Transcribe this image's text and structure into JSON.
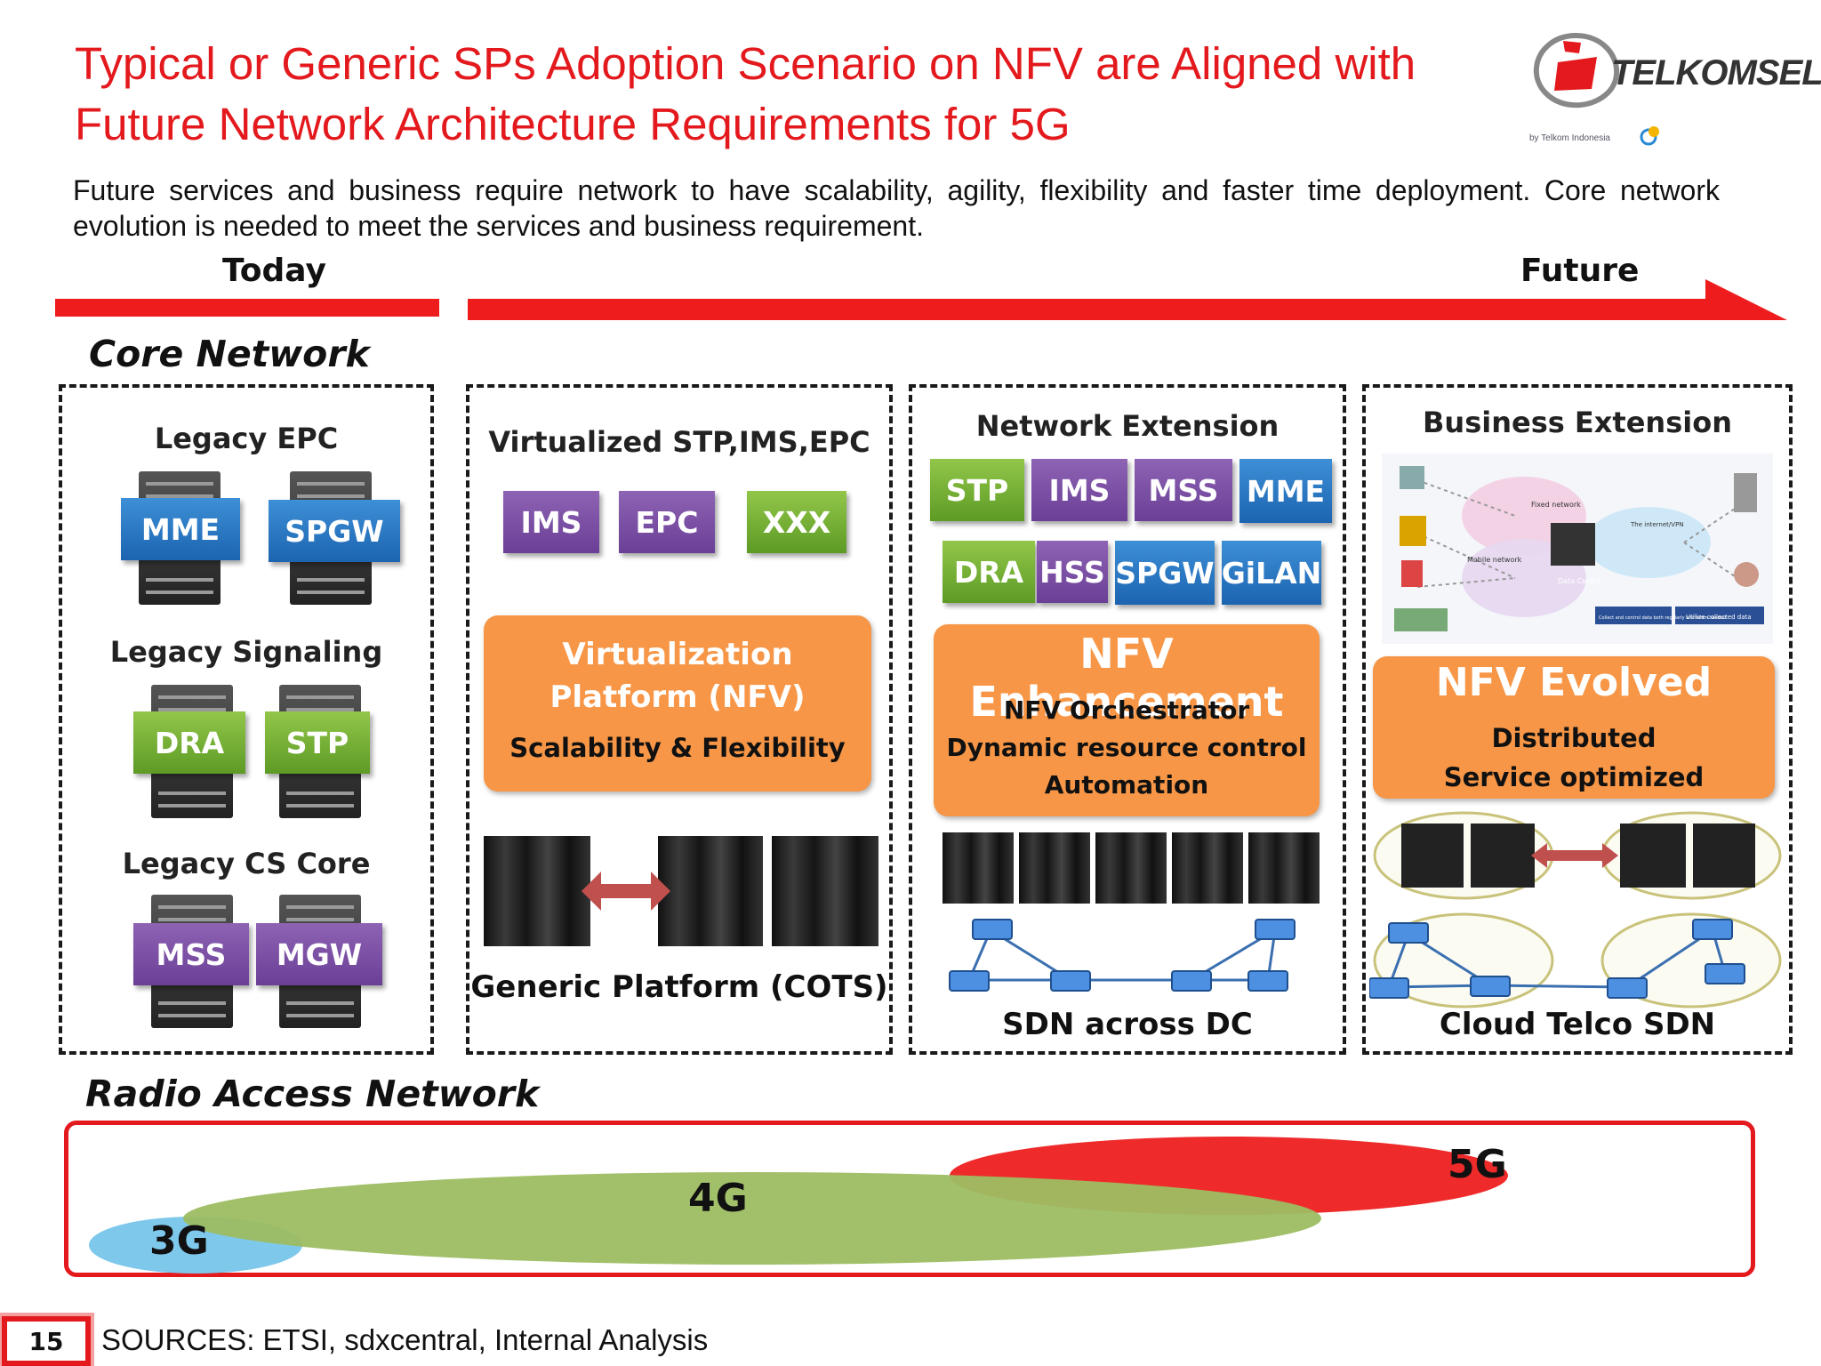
{
  "title_line1": "Typical or Generic SPs Adoption Scenario on NFV  are Aligned with",
  "title_line2": "Future Network Architecture Requirements for 5G",
  "intro_text": "Future services and business require network to have scalability, agility, flexibility and faster time deployment. Core network evolution is needed to meet the services and business requirement.",
  "logo": {
    "name": "TELKOMSEL",
    "sub": "by Telkom Indonesia"
  },
  "timeline": {
    "today": "Today",
    "future": "Future"
  },
  "core_label": "Core Network",
  "ran_label": "Radio Access Network",
  "legacy": {
    "epc_title": "Legacy EPC",
    "epc_chips": [
      "MME",
      "SPGW"
    ],
    "sig_title": "Legacy Signaling",
    "sig_chips": [
      "DRA",
      "STP"
    ],
    "cs_title": "Legacy CS Core",
    "cs_chips": [
      "MSS",
      "MGW"
    ]
  },
  "virtualized": {
    "title": "Virtualized STP,IMS,EPC",
    "chips": [
      "IMS",
      "EPC",
      "XXX"
    ],
    "platform_title": "Virtualization Platform (NFV)",
    "platform_sub": "Scalability & Flexibility",
    "caption": "Generic Platform (COTS)"
  },
  "network_ext": {
    "title": "Network Extension",
    "chips_row1": [
      "STP",
      "IMS",
      "MSS",
      "MME"
    ],
    "chips_row2": [
      "DRA",
      "HSS",
      "SPGW",
      "GiLAN"
    ],
    "nfv_title": "NFV Enhancement",
    "nfv_lines": [
      "NFV Orchestrator",
      "Dynamic resource  control",
      "Automation"
    ],
    "caption": "SDN across DC"
  },
  "business_ext": {
    "title": "Business Extension",
    "diagram_labels": [
      "Fixed network",
      "Mobile network",
      "The internet/VPN",
      "Data Centre",
      "Collect and control data both regularly and when needed",
      "Utilize collected data"
    ],
    "nfv_title": "NFV Evolved",
    "nfv_lines": [
      "Distributed",
      "Service optimized"
    ],
    "caption": "Cloud Telco SDN"
  },
  "ran": {
    "g3": "3G",
    "g4": "4G",
    "g5": "5G"
  },
  "sources": "SOURCES: ETSI,  sdxcentral, Internal Analysis",
  "page_number": "15",
  "colors": {
    "red": "#ee1c1c",
    "orange": "#f79646",
    "blue": "#1c64b0",
    "purple": "#6a3f96",
    "green": "#5d9b25",
    "ran_3g": "#7ec8ec",
    "ran_4g": "#9dbd62",
    "ran_5g": "#ee2a2a"
  }
}
